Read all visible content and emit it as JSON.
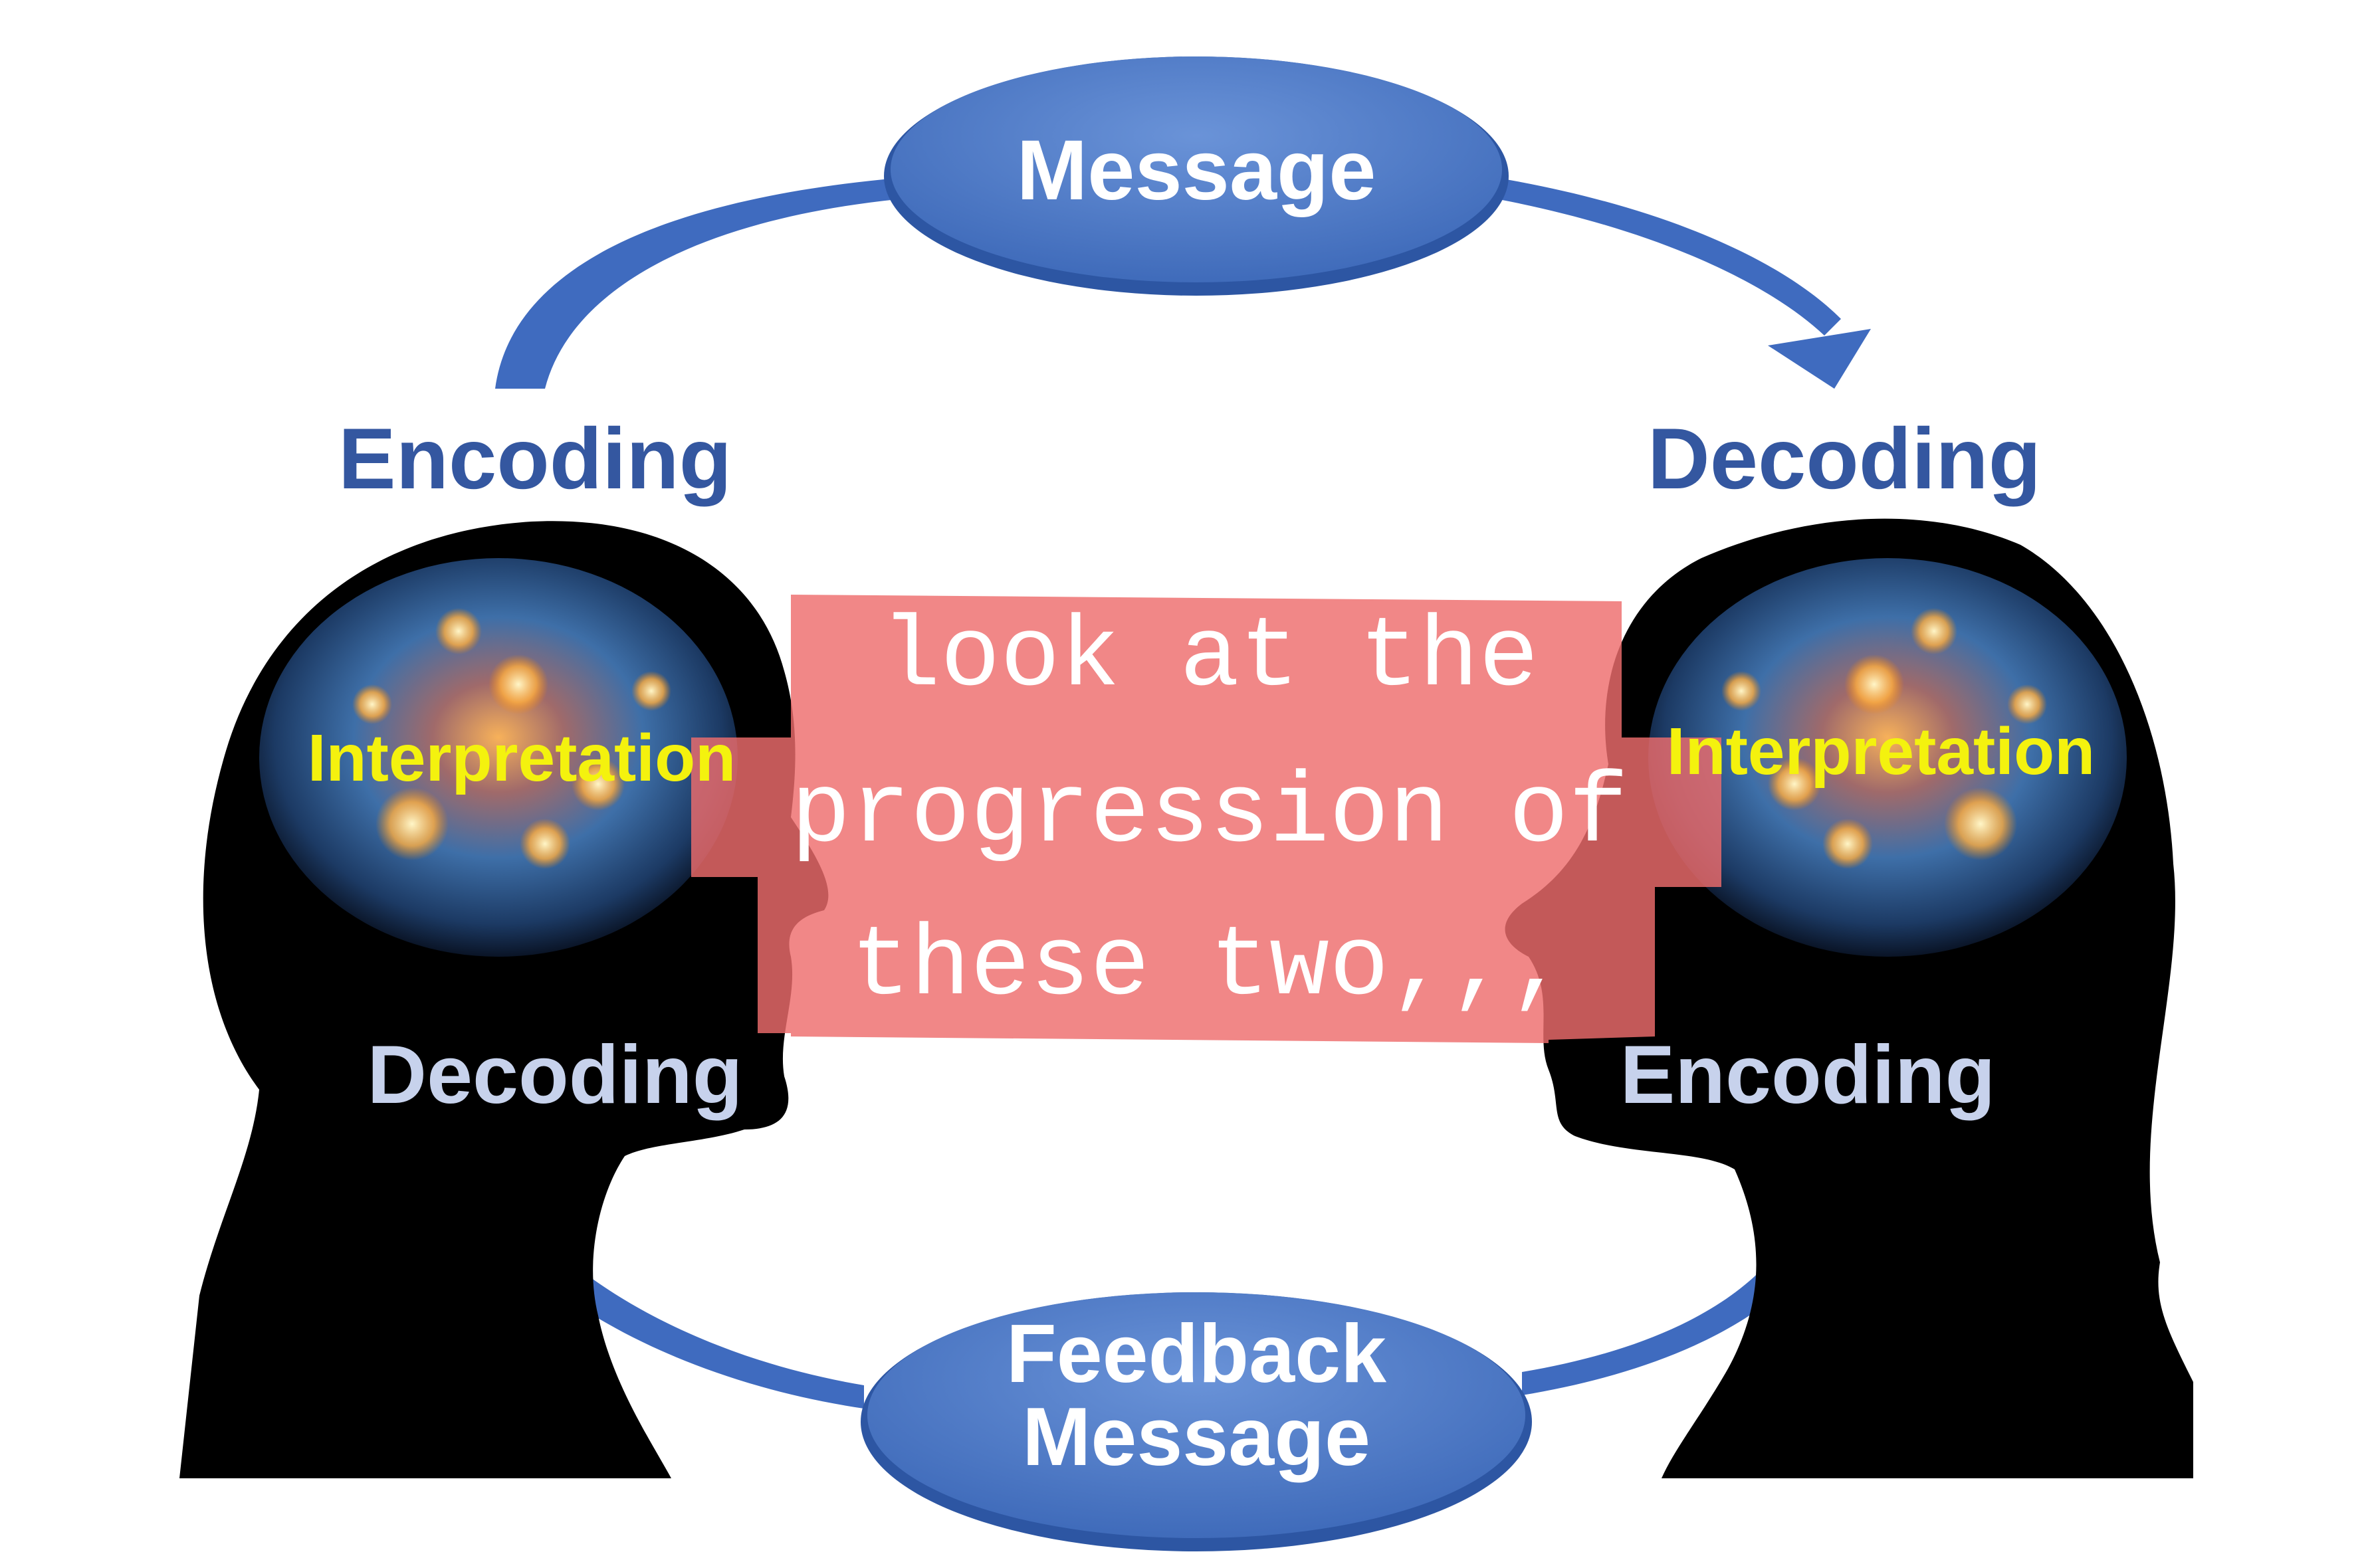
{
  "nodes": {
    "message": "Message",
    "feedback_line1": "Feedback",
    "feedback_line2": "Message"
  },
  "labels": {
    "sender_top": "Encoding",
    "receiver_top": "Decoding",
    "sender_bottom": "Decoding",
    "receiver_bottom": "Encoding",
    "sender_interp": "Interpretation",
    "receiver_interp": "Interpretation"
  },
  "overlay": {
    "line1": "look at the",
    "line2": "progression of",
    "line3": "these two,,,"
  },
  "colors": {
    "ellipse": "#4a78c8",
    "arrow": "#3f6bbf",
    "label_blue": "#3457a0",
    "label_light": "#c7d2ec",
    "interp_yellow": "#f4f20e",
    "overlay_fill": "#f08080"
  },
  "icons": {
    "left_head": "sender-head-silhouette-icon",
    "right_head": "receiver-head-silhouette-icon",
    "brain": "glowing-brain-icon"
  }
}
